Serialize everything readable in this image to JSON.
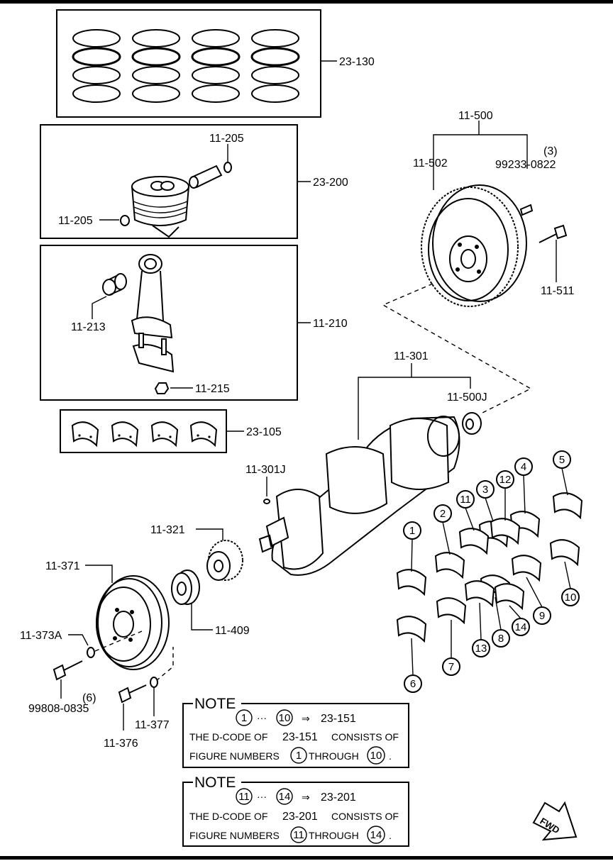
{
  "parts": {
    "piston_ring_set": "23-130",
    "piston_assy": "23-200",
    "piston_pin_clip_upper": "11-205",
    "piston_pin_clip_lower": "11-205",
    "connecting_rod": "11-210",
    "rod_bushing": "11-213",
    "rod_nut": "11-215",
    "rod_bearing_set": "23-105",
    "flywheel": "11-500",
    "ring_gear": "11-502",
    "flywheel_dowel": "99233-0822",
    "flywheel_dowel_qty": "(3)",
    "flywheel_bolt": "11-511",
    "crankshaft": "11-301",
    "pilot_bearing": "11-500J",
    "crank_key": "11-301J",
    "timing_pulley": "11-321",
    "pulley": "11-371",
    "washer_a": "11-373A",
    "pulley_bolt": "99808-0835",
    "pulley_bolt_qty": "(6)",
    "guide_plate": "11-409",
    "bolt_376": "11-376",
    "washer_377": "11-377"
  },
  "main_bearing_numbers": [
    "1",
    "2",
    "3",
    "4",
    "5",
    "6",
    "7",
    "8",
    "9",
    "10",
    "11",
    "12",
    "13",
    "14"
  ],
  "notes": [
    {
      "title": "NOTE",
      "range_start": "1",
      "ellipsis": "···",
      "range_end": "10",
      "arrow": "⇒",
      "dcode": "23-151",
      "line2_prefix": "THE D-CODE OF",
      "line2_code": "23-151",
      "line2_suffix": "CONSISTS OF",
      "line3_prefix": "FIGURE NUMBERS",
      "line3_from": "1",
      "line3_mid": "THROUGH",
      "line3_to": "10",
      "line3_end": "."
    },
    {
      "title": "NOTE",
      "range_start": "11",
      "ellipsis": "···",
      "range_end": "14",
      "arrow": "⇒",
      "dcode": "23-201",
      "line2_prefix": "THE D-CODE OF",
      "line2_code": "23-201",
      "line2_suffix": "CONSISTS OF",
      "line3_prefix": "FIGURE NUMBERS",
      "line3_from": "11",
      "line3_mid": "THROUGH",
      "line3_to": "14",
      "line3_end": "."
    }
  ],
  "fwd_label": "FWD"
}
